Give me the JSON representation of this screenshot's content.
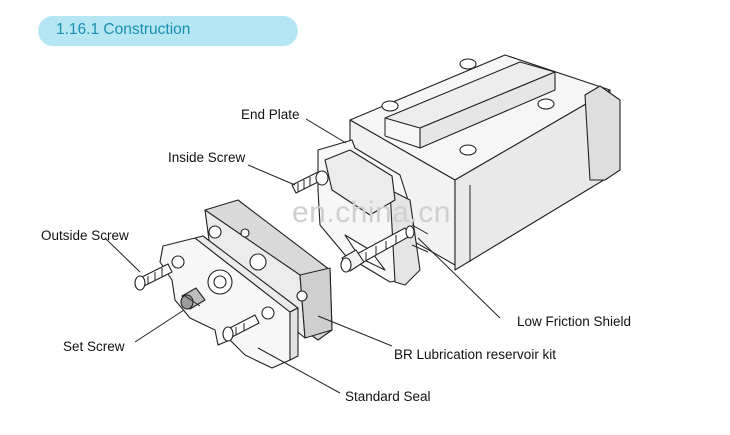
{
  "header": {
    "title": "1.16.1  Construction",
    "accent_color": "#b4e6f4",
    "text_color": "#1a8fb0"
  },
  "watermark": "en.china.cn",
  "labels": {
    "end_plate": "End Plate",
    "inside_screw": "Inside Screw",
    "outside_screw": "Outside Screw",
    "set_screw": "Set Screw",
    "low_friction_shield": "Low Friction Shield",
    "br_lubrication_kit": "BR Lubrication reservoir kit",
    "standard_seal": "Standard Seal"
  }
}
